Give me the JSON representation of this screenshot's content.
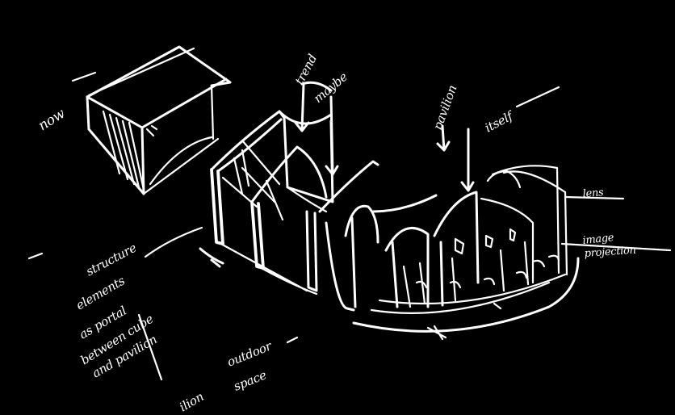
{
  "annotations": {
    "now": "now",
    "trend_maybe_1": "trend",
    "trend_maybe_2": "maybe",
    "pavilion_itself_1": "pavilion",
    "pavilion_itself_2": "itself",
    "lens": "lens",
    "image_projection_1": "image",
    "image_projection_2": "projection",
    "structure_note": [
      "structure",
      "elements",
      "as portal",
      "between cube",
      "and pavilion"
    ],
    "outdoor_space_1": "outdoor",
    "outdoor_space_2": "space",
    "bottom_fragment": "ilion"
  },
  "colors": {
    "background": "#000000",
    "ink": "#ffffff"
  }
}
